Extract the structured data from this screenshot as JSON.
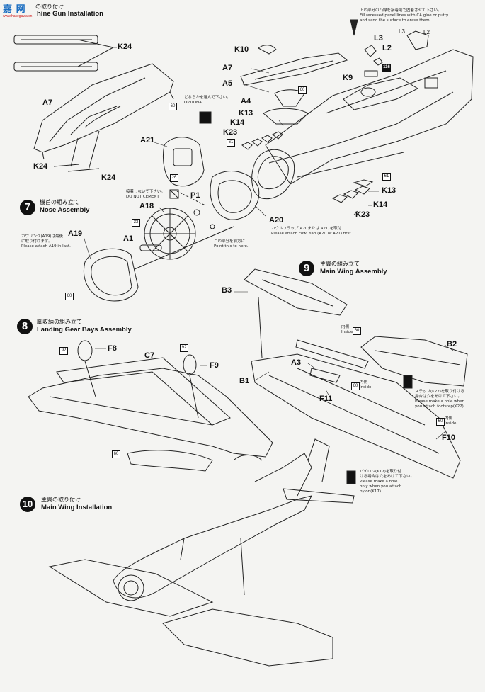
{
  "watermark": {
    "line1": "嘉 网",
    "line2": "www.hasegawa.cn"
  },
  "header": {
    "step_jp": "の取り付け",
    "step_en": "hine Gun Installation"
  },
  "top_note": {
    "lines": [
      "上の部分の凸線を接着剤で固着させて下さい。",
      "Fill recessed panel lines with CA glue or putty",
      "and sand the surface to erase them."
    ]
  },
  "steps": [
    {
      "num": "7",
      "jp": "機首の組み立て",
      "en": "Nose Assembly"
    },
    {
      "num": "8",
      "jp": "脚収納の組み立て",
      "en": "Landing Gear Bays Assembly"
    },
    {
      "num": "9",
      "jp": "主翼の組み立て",
      "en": "Main Wing Assembly"
    },
    {
      "num": "10",
      "jp": "主翼の取り付け",
      "en": "Main Wing Installation"
    }
  ],
  "part_labels": {
    "K24a": "K24",
    "A7a": "A7",
    "K24b": "K24",
    "K24c": "K24",
    "K10": "K10",
    "A7b": "A7",
    "A5": "A5",
    "A4": "A4",
    "K13a": "K13",
    "K14a": "K14",
    "K23a": "K23",
    "L3": "L3",
    "L2": "L2",
    "L3s": "L3",
    "L2s": "L2",
    "K9": "K9",
    "A21": "A21",
    "P1": "P1",
    "A18": "A18",
    "A1": "A1",
    "A19": "A19",
    "A20": "A20",
    "K13b": "K13",
    "K14b": "K14",
    "K23b": "K23",
    "B3": "B3",
    "B2": "B2",
    "B1": "B1",
    "A3": "A3",
    "F11": "F11",
    "F10": "F10",
    "F8": "F8",
    "F9": "F9",
    "C7": "C7"
  },
  "badges": {
    "b60a": "60",
    "b60b": "60",
    "b60c": "60",
    "b60d": "60",
    "b60e": "60",
    "b60f": "60",
    "b60g": "60",
    "b61a": "61",
    "b61b": "61",
    "b116": "116",
    "b33": "33",
    "b26": "26",
    "b92a": "92",
    "b92b": "92"
  },
  "notes": {
    "optional": [
      "どちらかを選んで下さい。",
      "OPTIONAL"
    ],
    "donot": [
      "接着しないで下さい。",
      "DO NOT CEMENT"
    ],
    "cowl": [
      "カウリング(A19)は最後",
      "に取り付けます。",
      "Please attach A19 in last."
    ],
    "flap": [
      "カウルフラップ(A20または A21)を取付",
      "Please attach cowl flap (A20 or A21) first."
    ],
    "pointhere": [
      "この部分を前方に",
      "Point this to here."
    ],
    "inside1": [
      "内側",
      "Inside"
    ],
    "inside2": [
      "内側",
      "Inside"
    ],
    "inside3": [
      "内側",
      "Inside"
    ],
    "hole1": [
      "ステップ(K22)を取り付ける",
      "場合は穴をあけて下さい。",
      "Please make a hole when",
      "you attach footstep(K22)."
    ],
    "hole2": [
      "パイロン(K17)を取り付",
      "ける場合は穴をあけて下さい。",
      "Please make a hole",
      "only when you attach",
      "pylon(K17)."
    ]
  }
}
